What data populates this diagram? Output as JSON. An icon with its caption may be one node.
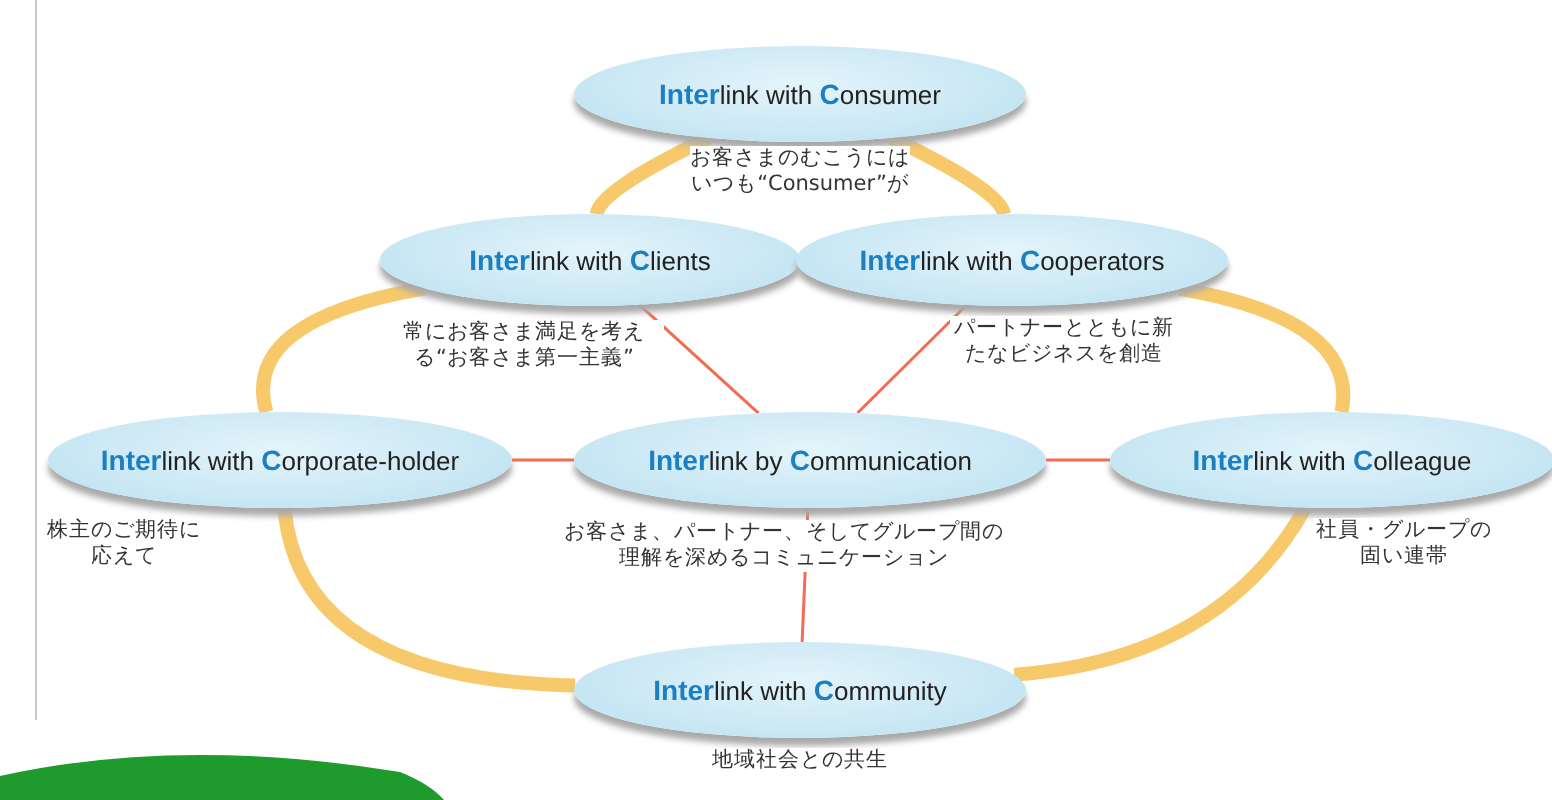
{
  "diagram": {
    "nodes": [
      {
        "text": [
          "Interlink with Consumer"
        ],
        "beside": [
          "お客さまのむこうにはいつも“Consumer”が"
        ]
      },
      {
        "text": [
          "Interlink with Clients"
        ],
        "beside": [
          "常にお客さま満足を考える“お客さま第一主義”"
        ]
      },
      {
        "text": [
          "Interlink with Cooperators"
        ],
        "beside": [
          "パートナーとともに新たなビジネスを創造"
        ]
      },
      {
        "text": [
          "Interlink with Corporate-holder"
        ],
        "beside": [
          "株主のご期待に応えて"
        ]
      },
      {
        "text": [
          "Interlink by Communication"
        ],
        "beside": [
          "お客さま、パートナー、そしてグループ間の理解を深めるコミュニケーション"
        ]
      },
      {
        "text": [
          "Interlink with Colleague"
        ],
        "beside": [
          "社員・グループの固い連帯"
        ]
      },
      {
        "text": [
          "Interlink with Community"
        ],
        "beside": [
          "地域社会との共生"
        ]
      }
    ],
    "edges": [
      {
        "from": 0,
        "to": 1,
        "arrow": "none",
        "color": "#f7c96b"
      },
      {
        "from": 0,
        "to": 2,
        "arrow": "none",
        "color": "#f7c96b"
      },
      {
        "from": 1,
        "to": 3,
        "arrow": "none",
        "color": "#f7c96b"
      },
      {
        "from": 2,
        "to": 5,
        "arrow": "none",
        "color": "#f7c96b"
      },
      {
        "from": 3,
        "to": 6,
        "arrow": "none",
        "color": "#f7c96b"
      },
      {
        "from": 5,
        "to": 6,
        "arrow": "none",
        "color": "#f7c96b"
      },
      {
        "from": 4,
        "to": 1,
        "arrow": "none",
        "color": "#f26b52"
      },
      {
        "from": 4,
        "to": 2,
        "arrow": "none",
        "color": "#f26b52"
      },
      {
        "from": 4,
        "to": 3,
        "arrow": "none",
        "color": "#f26b52"
      },
      {
        "from": 4,
        "to": 5,
        "arrow": "none",
        "color": "#f26b52"
      },
      {
        "from": 4,
        "to": 6,
        "arrow": "none",
        "color": "#f26b52"
      }
    ]
  }
}
